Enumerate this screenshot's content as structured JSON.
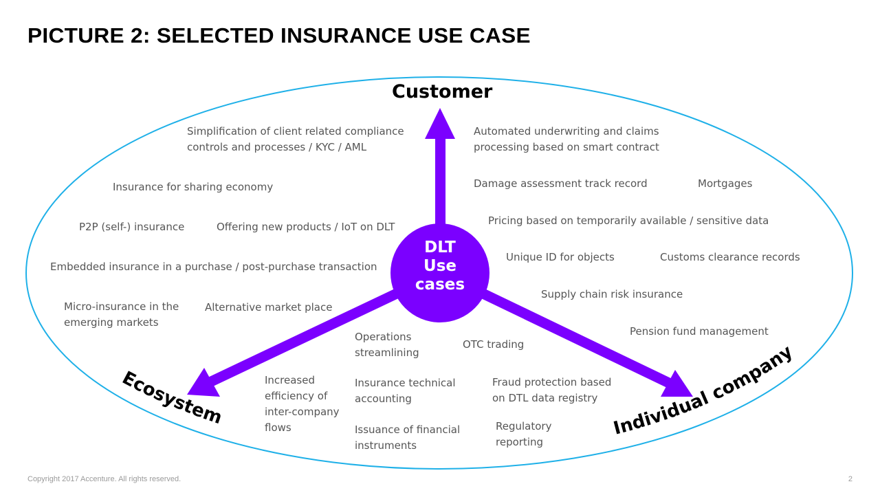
{
  "title": "PICTURE 2: SELECTED INSURANCE USE CASE",
  "colors": {
    "accent": "#7B00FF",
    "ellipse": "#1EB0E8",
    "text": "#555555"
  },
  "center": {
    "lines": [
      "DLT",
      "Use",
      "cases"
    ]
  },
  "axes": {
    "customer": "Customer",
    "ecosystem": "Ecosystem",
    "individual_company": "Individual company"
  },
  "use_cases": {
    "customer_left": [
      [
        "Simplification of client related compliance",
        "controls and processes / KYC / AML"
      ],
      [
        "Insurance for sharing economy"
      ],
      [
        "P2P (self-) insurance"
      ],
      [
        "Offering new products / IoT on DLT"
      ],
      [
        "Embedded insurance in a purchase / post-purchase transaction"
      ],
      [
        "Micro-insurance in the",
        "emerging markets"
      ],
      [
        "Alternative market place"
      ]
    ],
    "customer_right": [
      [
        "Automated underwriting and claims",
        "processing based on smart contract"
      ],
      [
        "Damage assessment track record"
      ],
      [
        "Mortgages"
      ],
      [
        "Pricing based on temporarily available / sensitive data"
      ],
      [
        "Unique ID for objects"
      ],
      [
        "Customs clearance records"
      ],
      [
        "Supply chain risk insurance"
      ],
      [
        "Pension fund management"
      ]
    ],
    "bottom": [
      [
        "Operations",
        "streamlining"
      ],
      [
        "OTC trading"
      ],
      [
        "Increased",
        "efficiency of",
        "inter-company",
        "flows"
      ],
      [
        "Insurance technical",
        "accounting"
      ],
      [
        "Fraud protection based",
        "on DTL data registry"
      ],
      [
        "Issuance of financial",
        "instruments"
      ],
      [
        "Regulatory",
        "reporting"
      ]
    ]
  },
  "footer": {
    "copyright": "Copyright 2017 Accenture. All rights reserved.",
    "page": "2"
  }
}
